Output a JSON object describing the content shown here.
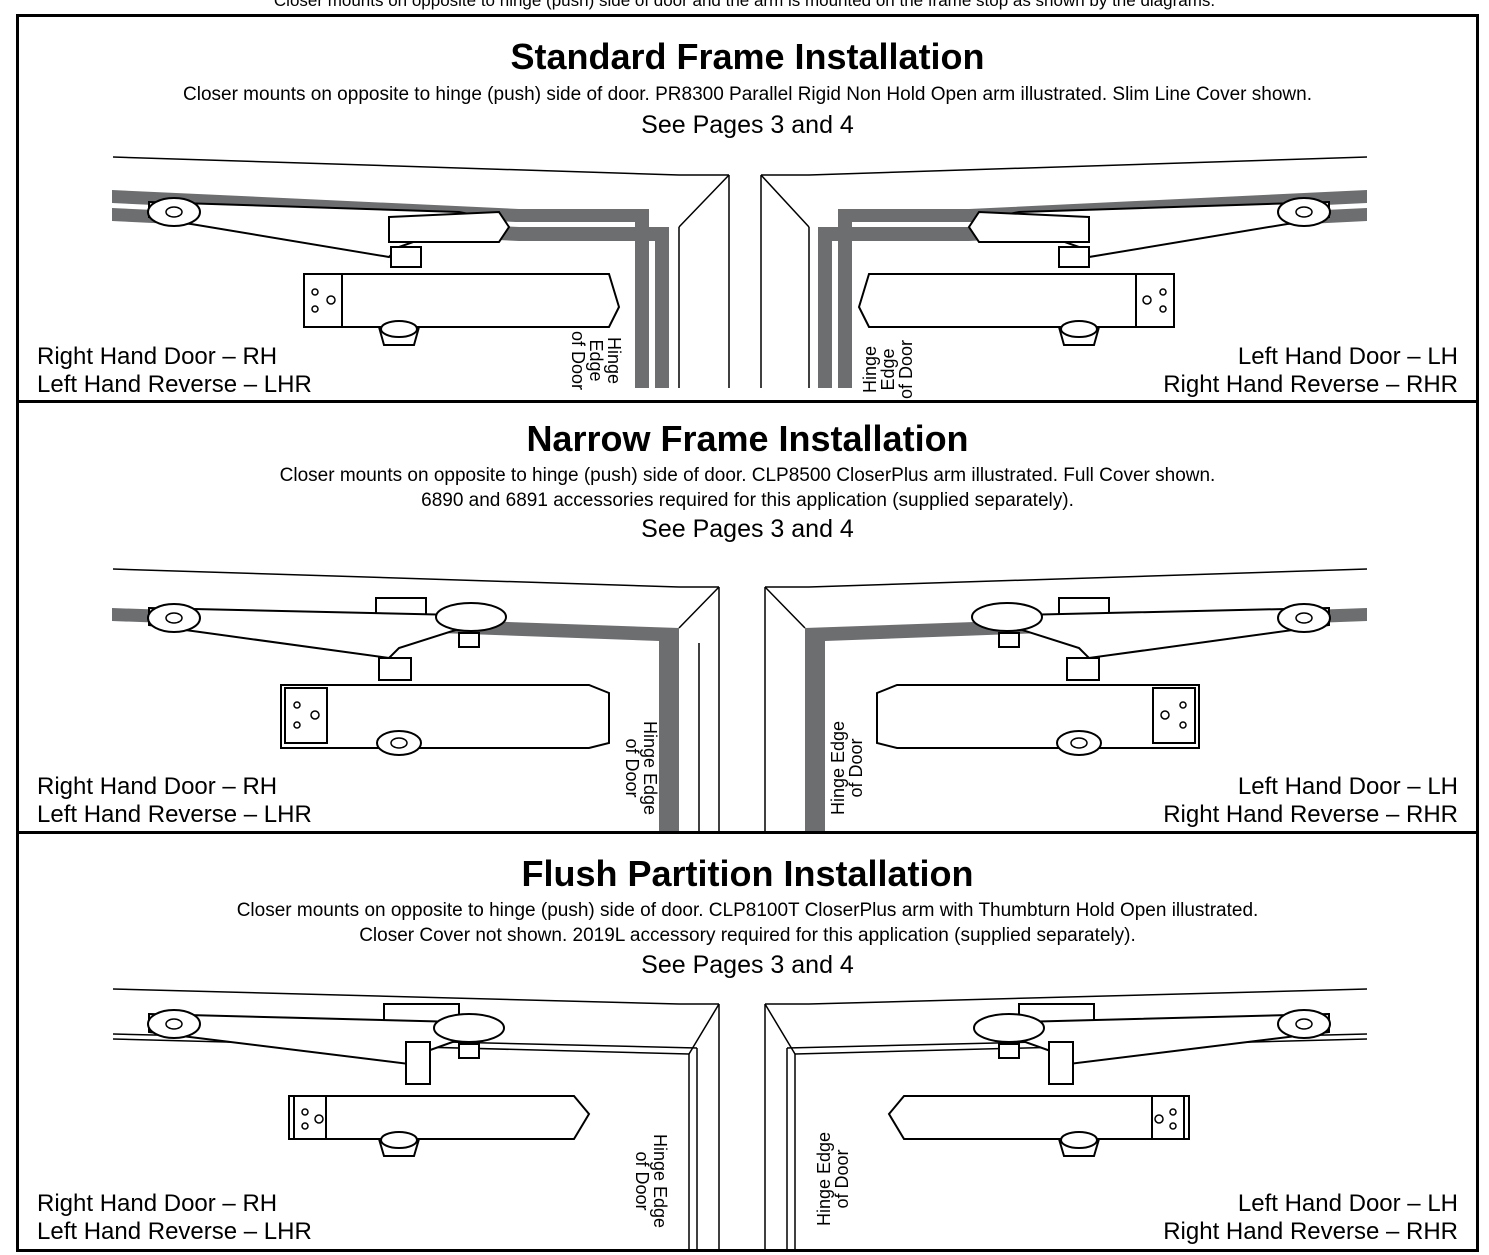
{
  "top_text": "Closer mounts on opposite to hinge (push) side of door and the arm is mounted on the frame stop as shown by the diagrams.",
  "sections": [
    {
      "title": "Standard Frame Installation",
      "desc_lines": [
        "Closer mounts on opposite to hinge (push) side of door. PR8300 Parallel Rigid Non Hold Open arm illustrated. Slim Line Cover shown."
      ],
      "see": "See Pages 3 and 4",
      "left_labels": [
        "Right Hand Door – RH",
        "Left Hand Reverse – LHR"
      ],
      "right_labels": [
        "Left Hand Door – LH",
        "Right Hand Reverse – RHR"
      ],
      "hinge_lines": [
        "Hinge",
        "Edge",
        "of Door"
      ]
    },
    {
      "title": "Narrow Frame Installation",
      "desc_lines": [
        "Closer mounts on opposite to hinge (push) side of door. CLP8500 CloserPlus arm illustrated. Full Cover shown.",
        "6890 and 6891 accessories required for this application (supplied separately)."
      ],
      "see": "See Pages 3 and 4",
      "left_labels": [
        "Right Hand Door – RH",
        "Left Hand Reverse – LHR"
      ],
      "right_labels": [
        "Left Hand Door – LH",
        "Right Hand Reverse – RHR"
      ],
      "hinge_lines": [
        "Hinge Edge",
        "of Door"
      ]
    },
    {
      "title": "Flush Partition Installation",
      "desc_lines": [
        "Closer mounts on opposite to hinge (push) side of door. CLP8100T CloserPlus arm with Thumbturn Hold Open illustrated.",
        "Closer Cover not shown.  2019L accessory required for this application (supplied separately)."
      ],
      "see": "See Pages 3 and 4",
      "left_labels": [
        "Right Hand Door – RH",
        "Left Hand Reverse – LHR"
      ],
      "right_labels": [
        "Left Hand Door – LH",
        "Right Hand Reverse – RHR"
      ],
      "hinge_lines": [
        "Hinge Edge",
        "of Door"
      ]
    }
  ],
  "colors": {
    "frame_fill": "#6d6e70",
    "line": "#000000"
  }
}
